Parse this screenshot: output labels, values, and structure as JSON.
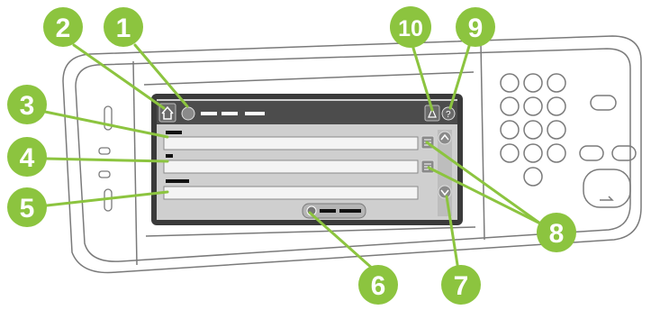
{
  "colors": {
    "callout": "#8cc43f",
    "device_outline": "#7a7a7a",
    "screen_bezel": "#3a3a3a",
    "title_bar": "#4c4c4c",
    "screen_body": "#cfcfcf",
    "field": "#f4f4f4"
  },
  "icons": {
    "home": "home-icon",
    "network": "globe-icon",
    "help": "help-icon",
    "warning": "warning-icon",
    "address_book": "address-book-icon",
    "scroll_up": "chevron-up-icon",
    "scroll_down": "chevron-down-icon",
    "send": "send-icon"
  },
  "callouts": [
    "1",
    "2",
    "3",
    "4",
    "5",
    "6",
    "7",
    "8",
    "9",
    "10"
  ]
}
